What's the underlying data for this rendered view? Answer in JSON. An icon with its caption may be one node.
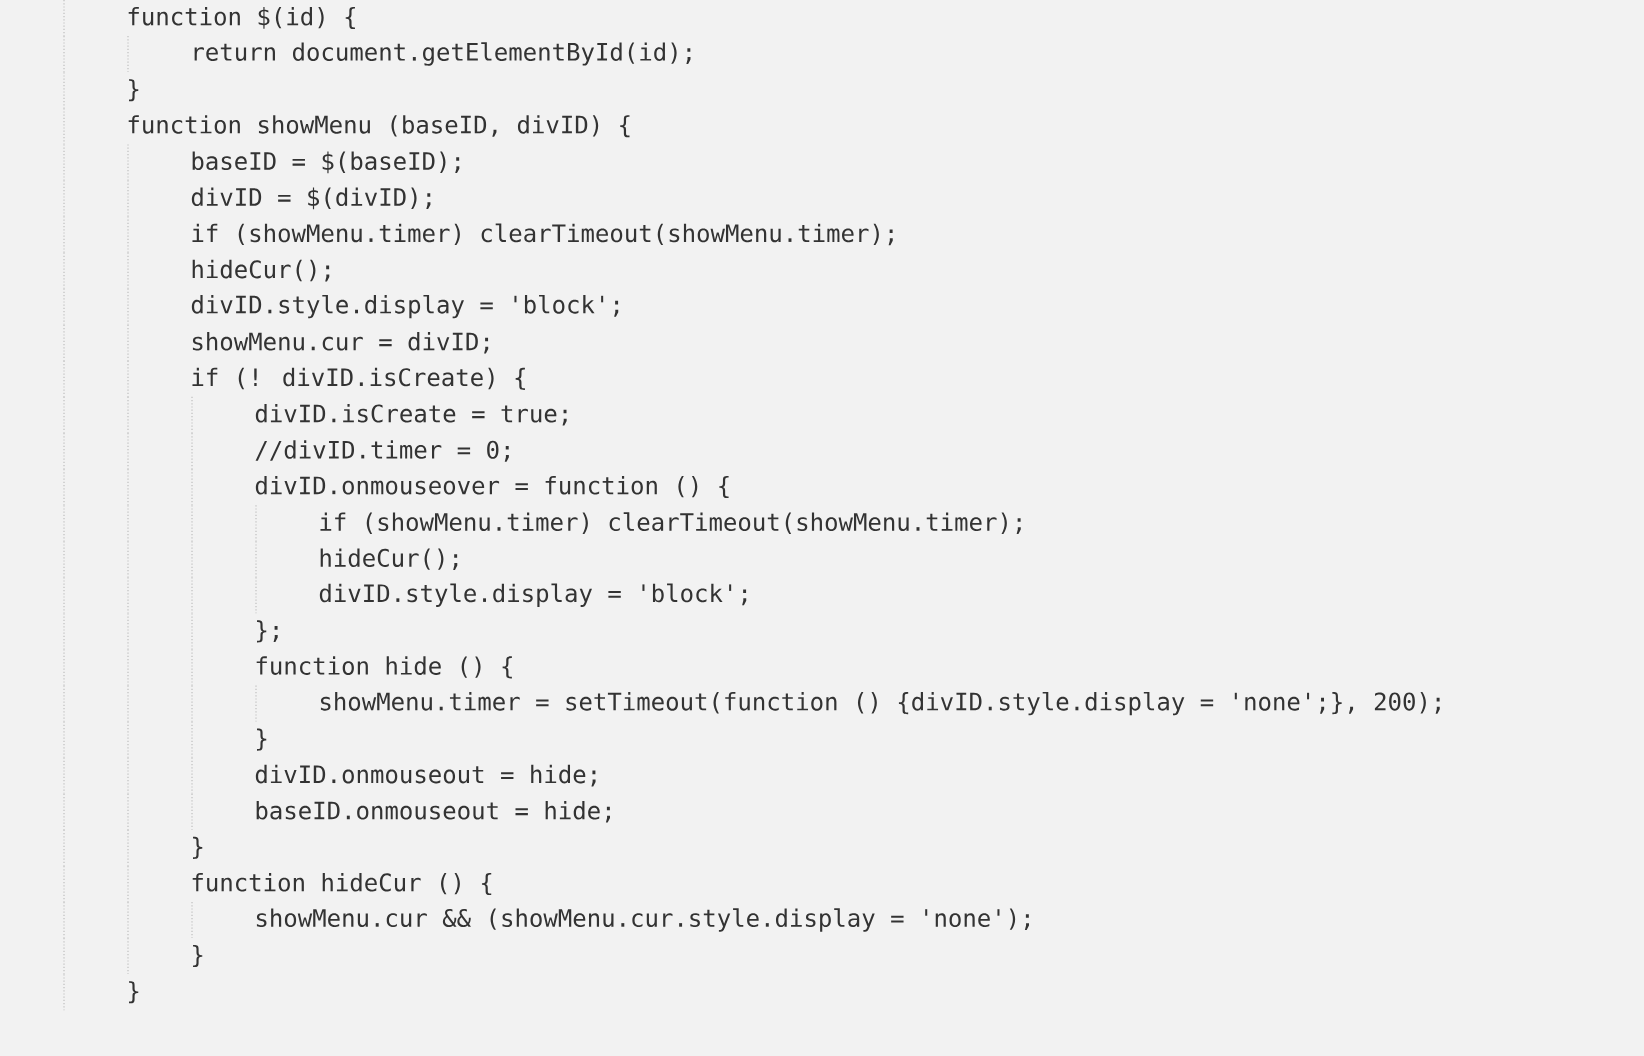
{
  "diagram": {
    "labels": [
      "function $(id) {",
      "return document.getElementById(id);",
      "}",
      "function showMenu (baseID, divID) {",
      "baseID = $(baseID);",
      "divID = $(divID);",
      "if (showMenu.timer) clearTimeout(showMenu.timer);",
      "hideCur();",
      "divID.style.display = 'block';",
      "showMenu.cur = divID;",
      "if (! divID.isCreate) {",
      "divID.isCreate = true;",
      "//divID.timer = 0;",
      "divID.onmouseover = function () {",
      "if (showMenu.timer) clearTimeout(showMenu.timer);",
      "hideCur();",
      "divID.style.display = 'block';",
      "};",
      "function hide () {",
      "showMenu.timer = setTimeout(function () {divID.style.display = 'none';}, 200);",
      "}",
      "divID.onmouseout = hide;",
      "baseID.onmouseout = hide;",
      "}",
      "function hideCur () {",
      "showMenu.cur && (showMenu.cur.style.display = 'none');",
      "}",
      "}"
    ]
  }
}
